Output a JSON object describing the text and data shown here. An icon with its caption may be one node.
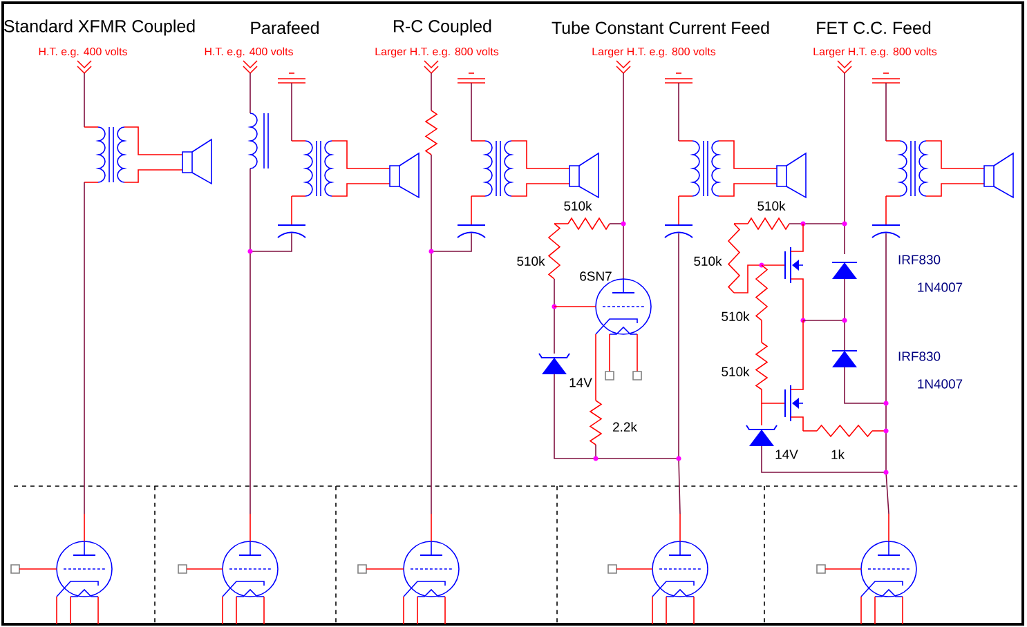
{
  "diagram": {
    "labels": [
      "Standard XFMR Coupled",
      "Parafeed",
      "R-C Coupled",
      "Tube Constant Current Feed",
      "FET C.C. Feed",
      "H.T. e.g. 400 volts",
      "H.T. e.g. 400 volts",
      "Larger H.T. e.g. 800 volts",
      "Larger H.T. e.g. 800 volts",
      "Larger H.T. e.g. 800 volts",
      "510k",
      "510k",
      "510k",
      "6SN7",
      "510k",
      "IRF830",
      "1N4007",
      "510k",
      "IRF830",
      "14V",
      "510k",
      "1N4007",
      "2.2k",
      "14V",
      "1k"
    ]
  }
}
